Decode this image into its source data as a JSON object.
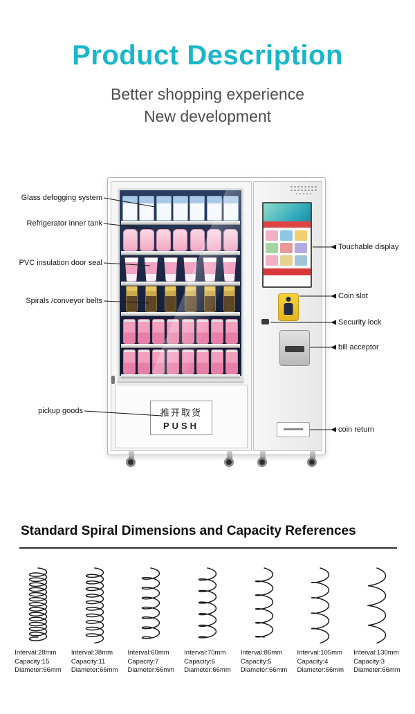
{
  "header": {
    "title": "Product Description",
    "subtitle_line1": "Better shopping experience",
    "subtitle_line2": "New development"
  },
  "machine": {
    "pickup_sign": {
      "cn": "推开取货",
      "en": "PUSH"
    },
    "callouts_left": [
      {
        "text": "Glass defogging system"
      },
      {
        "text": "Refrigerator inner tank"
      },
      {
        "text": "PVC insulation door seal"
      },
      {
        "text": "Spirals /conveyor belts"
      },
      {
        "text": "pickup goods"
      }
    ],
    "callouts_right": [
      {
        "text": "Touchable display"
      },
      {
        "text": "Coin slot"
      },
      {
        "text": "Security lock"
      },
      {
        "text": "bill acceptor"
      },
      {
        "text": "coin return"
      }
    ]
  },
  "spiral_section": {
    "title": "Standard Spiral Dimensions and Capacity References",
    "spirals": [
      {
        "interval": "Interval:28mm",
        "capacity": "Capacity:15",
        "diameter": "Diameter:66mm",
        "coils": 14
      },
      {
        "interval": "Interval:38mm",
        "capacity": "Capacity:11",
        "diameter": "Diameter:66mm",
        "coils": 10.5
      },
      {
        "interval": "Interval:60mm",
        "capacity": "Capacity:7",
        "diameter": "Diameter:66mm",
        "coils": 7
      },
      {
        "interval": "Interval:70mm",
        "capacity": "Capacity:6",
        "diameter": "Diameter:66mm",
        "coils": 6
      },
      {
        "interval": "Interval:86mm",
        "capacity": "Capacity:5",
        "diameter": "Diameter:66mm",
        "coils": 5
      },
      {
        "interval": "Interval:105mm",
        "capacity": "Capacity:4",
        "diameter": "Diameter:66mm",
        "coils": 4.5
      },
      {
        "interval": "Interval:130mm",
        "capacity": "Capacity:3",
        "diameter": "Diameter:66mm",
        "coils": 3.5
      }
    ]
  },
  "colors": {
    "accent_teal": "#19b7c9",
    "can_pink": "#f29ebd",
    "sticker_yellow": "#e8c830"
  }
}
